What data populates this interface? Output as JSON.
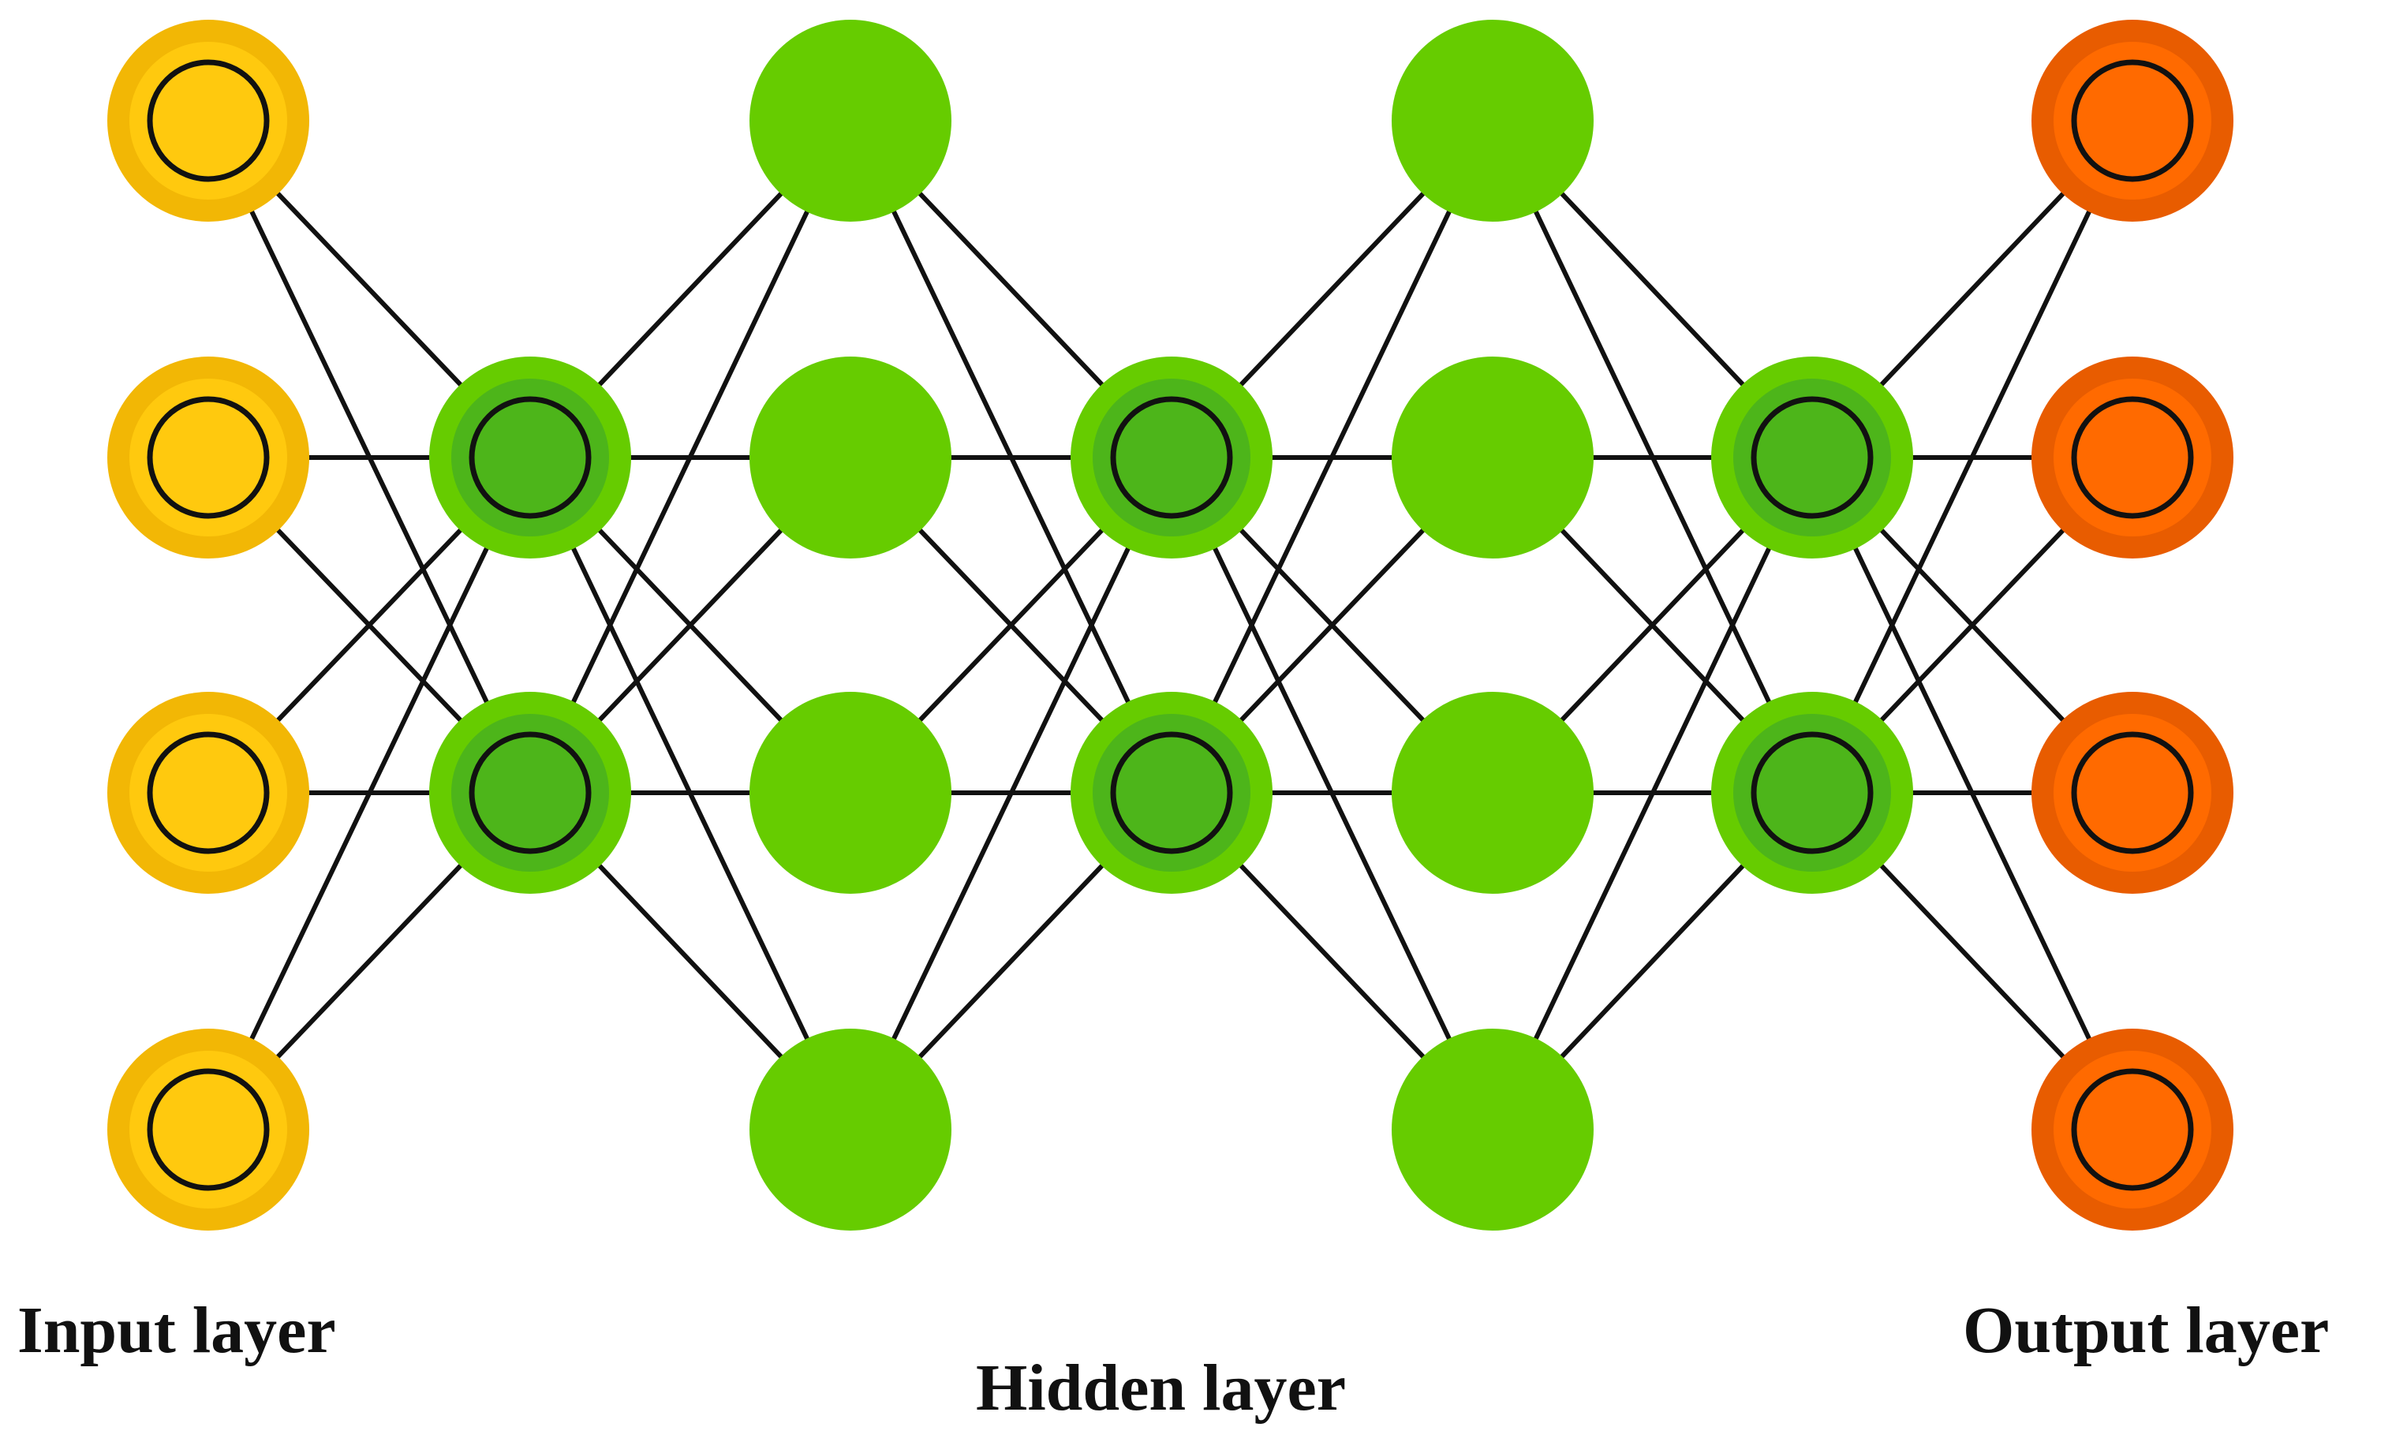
{
  "labels": {
    "input": "Input layer",
    "hidden": "Hidden layer",
    "output": "Output layer"
  },
  "colors": {
    "input_fill": "#FFC90E",
    "input_ring": "#F2B705",
    "hidden_fill": "#66CC00",
    "hidden_inner": "#4DB51A",
    "output_fill": "#FF6A00",
    "output_ring": "#E85C00",
    "edge": "#111111",
    "outline": "#111111"
  },
  "layers": [
    {
      "role": "input",
      "nodes": 4,
      "style": "ringed"
    },
    {
      "role": "hidden",
      "nodes": 2,
      "style": "ringed"
    },
    {
      "role": "hidden",
      "nodes": 4,
      "style": "solid"
    },
    {
      "role": "hidden",
      "nodes": 2,
      "style": "ringed"
    },
    {
      "role": "hidden",
      "nodes": 4,
      "style": "solid"
    },
    {
      "role": "hidden",
      "nodes": 2,
      "style": "ringed"
    },
    {
      "role": "output",
      "nodes": 4,
      "style": "ringed"
    }
  ]
}
